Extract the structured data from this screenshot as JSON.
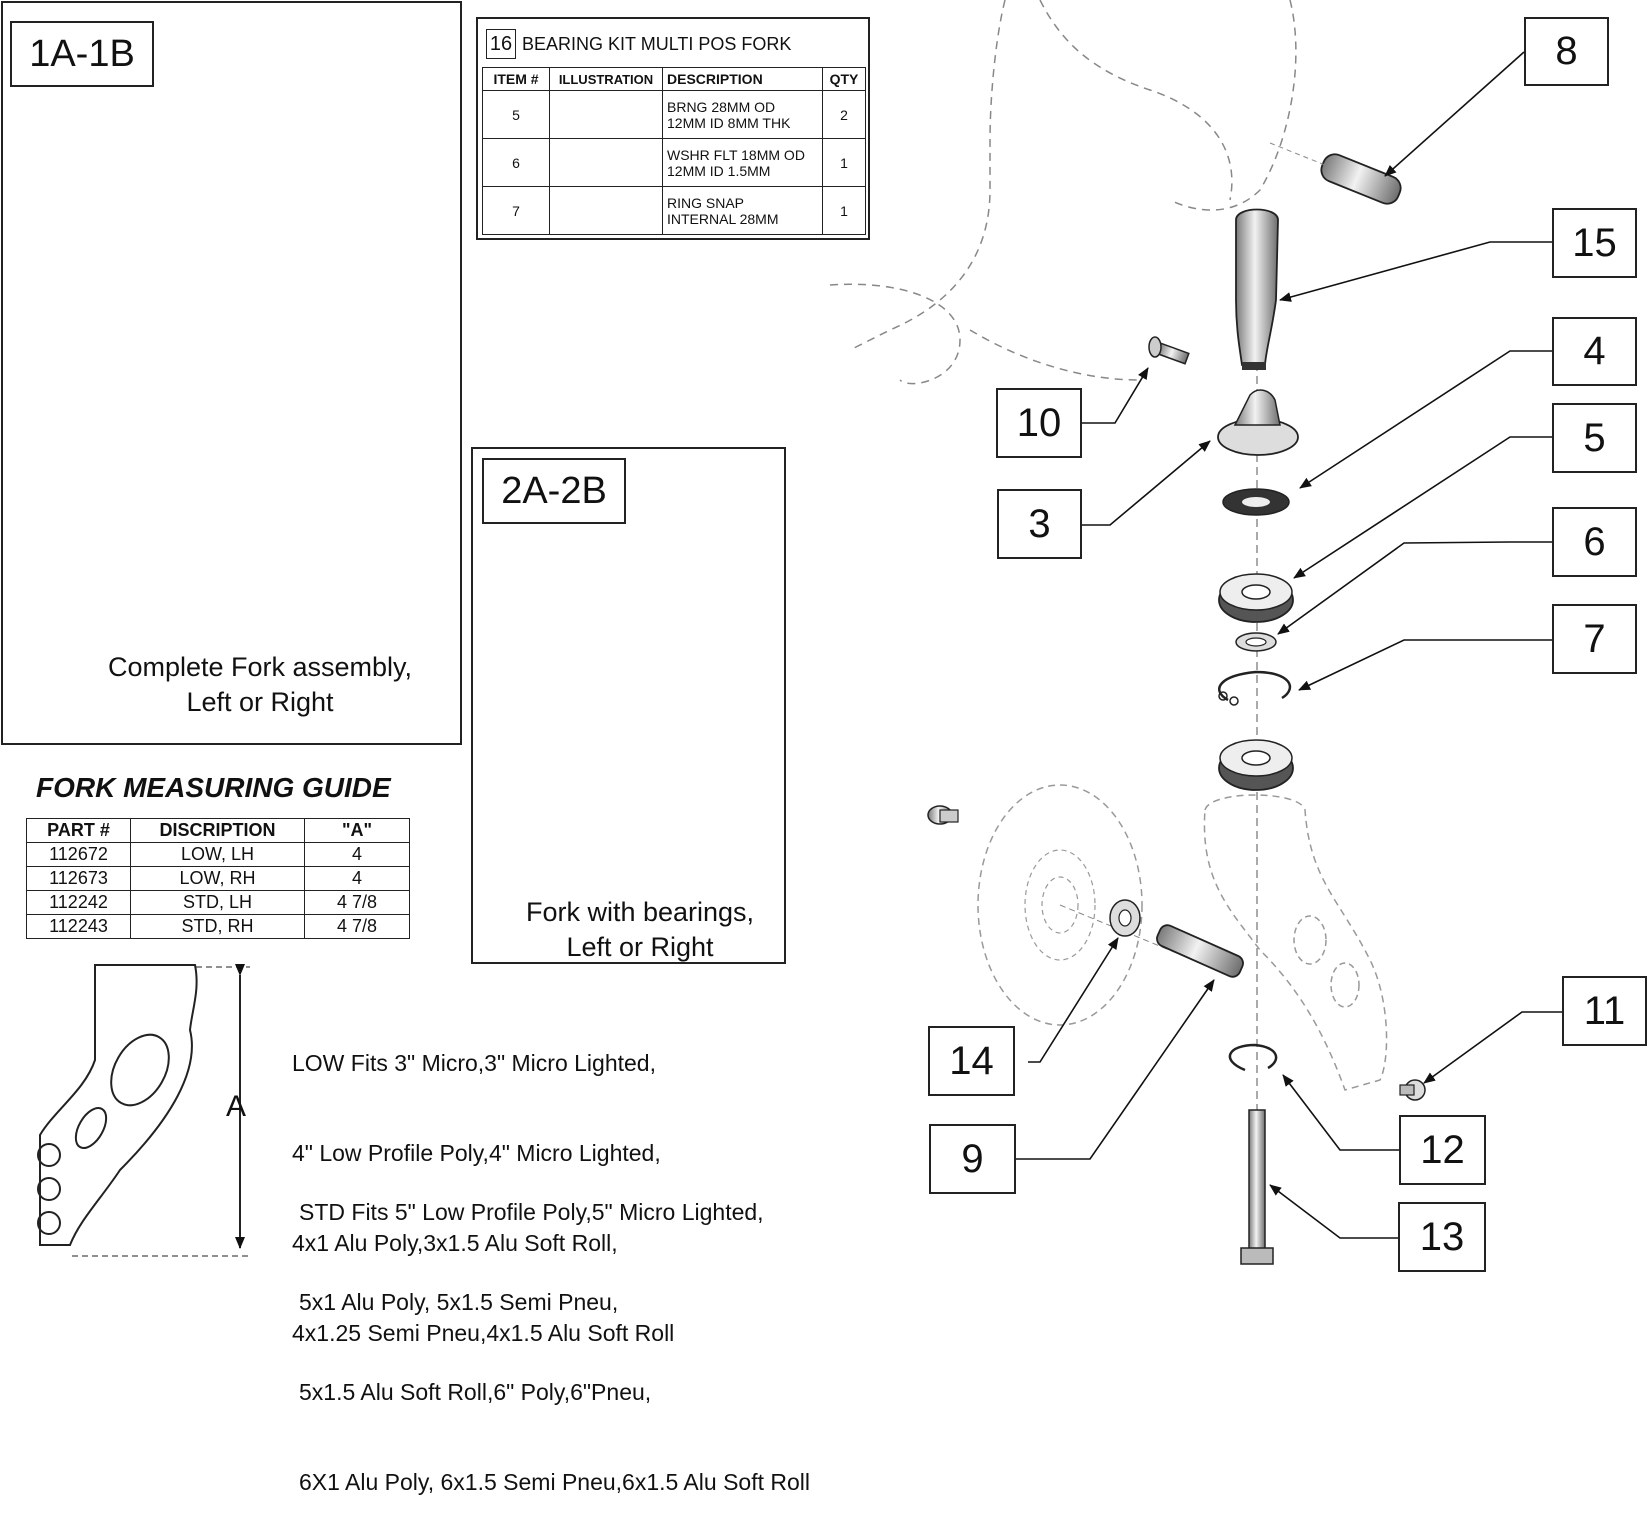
{
  "panel_1": {
    "label": "1A-1B",
    "caption_line1": "Complete Fork assembly,",
    "caption_line2": "Left or Right"
  },
  "panel_2": {
    "label": "2A-2B",
    "caption_line1": "Fork with bearings,",
    "caption_line2": "Left or Right"
  },
  "kit": {
    "number": "16",
    "title": "BEARING KIT MULTI POS FORK",
    "headers": [
      "ITEM #",
      "ILLUSTRATION",
      "DESCRIPTION",
      "QTY"
    ],
    "rows": [
      {
        "item": "5",
        "desc1": "BRNG 28MM OD",
        "desc2": "12MM ID 8MM THK",
        "qty": "2",
        "icon": "bearing-icon"
      },
      {
        "item": "6",
        "desc1": "WSHR FLT 18MM OD",
        "desc2": "12MM ID 1.5MM",
        "qty": "1",
        "icon": "washer-icon"
      },
      {
        "item": "7",
        "desc1": "RING SNAP",
        "desc2": "INTERNAL 28MM",
        "qty": "1",
        "icon": "snap-ring-icon"
      }
    ]
  },
  "guide": {
    "title": "FORK MEASURING GUIDE",
    "headers": [
      "PART #",
      "DISCRIPTION",
      "\"A\""
    ],
    "rows": [
      {
        "part": "112672",
        "desc": "LOW, LH",
        "a": "4"
      },
      {
        "part": "112673",
        "desc": "LOW, RH",
        "a": "4"
      },
      {
        "part": "112242",
        "desc": "STD, LH",
        "a": "4 7/8"
      },
      {
        "part": "112243",
        "desc": "STD, RH",
        "a": "4 7/8"
      }
    ],
    "dimension_label": "A"
  },
  "fits": {
    "low": [
      "LOW Fits 3\" Micro,3\" Micro Lighted,",
      "4\" Low Profile Poly,4\" Micro Lighted,",
      "4x1 Alu Poly,3x1.5 Alu Soft Roll,",
      "4x1.25 Semi Pneu,4x1.5 Alu Soft Roll"
    ],
    "std": [
      "STD Fits 5\" Low Profile Poly,5\" Micro Lighted,",
      "5x1 Alu Poly, 5x1.5 Semi Pneu,",
      "5x1.5 Alu Soft Roll,6\" Poly,6\"Pneu,",
      "6X1 Alu Poly, 6x1.5 Semi Pneu,6x1.5 Alu Soft Roll"
    ]
  },
  "callouts": [
    "8",
    "15",
    "4",
    "10",
    "5",
    "3",
    "6",
    "7",
    "11",
    "14",
    "12",
    "9",
    "13"
  ]
}
